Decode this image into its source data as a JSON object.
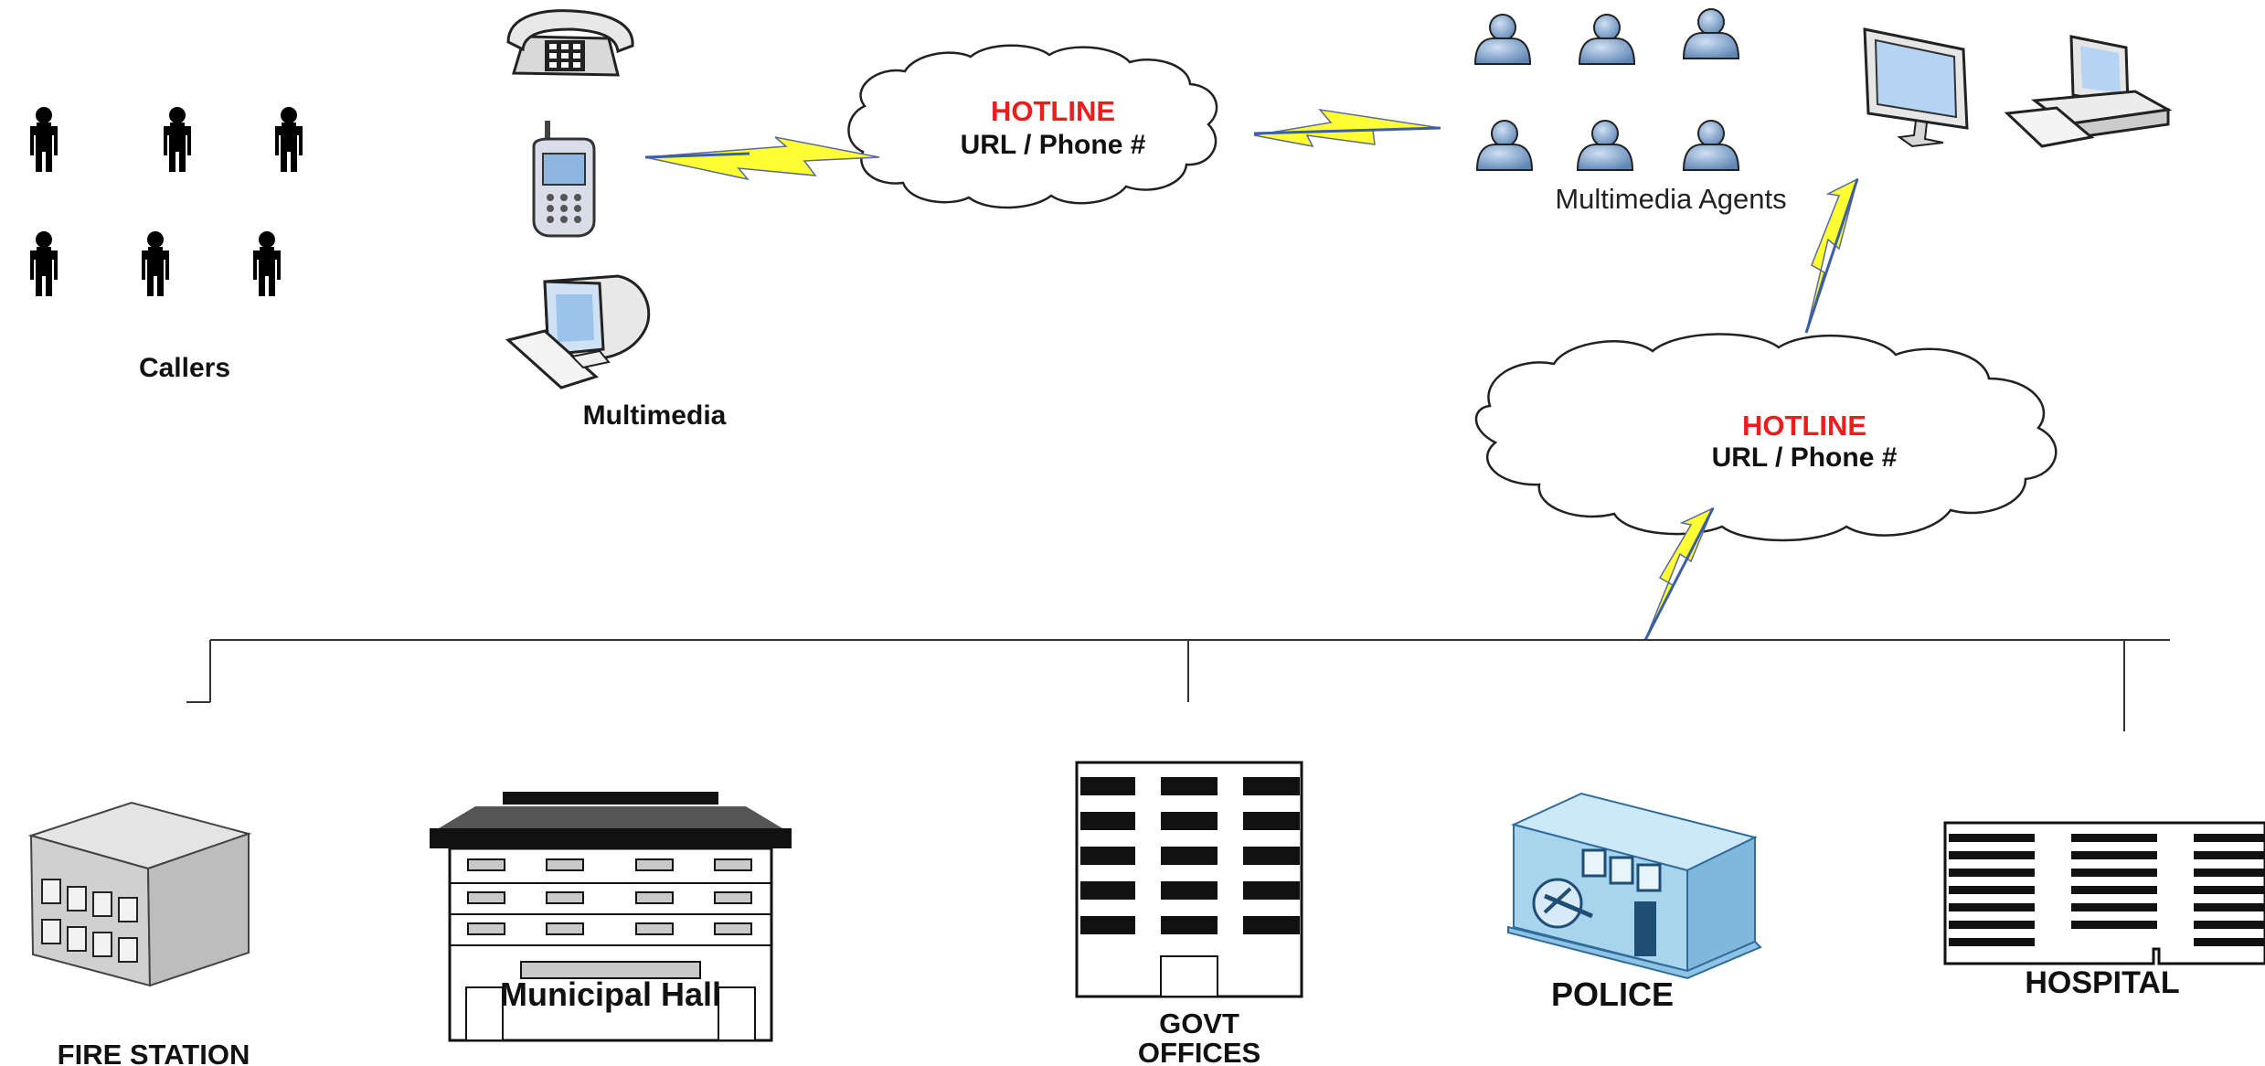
{
  "labels": {
    "callers": "Callers",
    "multimedia": "Multimedia",
    "multimedia_agents": "Multimedia Agents",
    "fire_station": "FIRE STATION",
    "municipal_hall": "Municipal Hall",
    "govt_offices_line1": "GOVT",
    "govt_offices_line2": "OFFICES",
    "police": "POLICE",
    "hospital": "HOSPITAL"
  },
  "clouds": [
    {
      "title": "HOTLINE",
      "subtitle": "URL / Phone #"
    },
    {
      "title": "HOTLINE",
      "subtitle": "URL / Phone #"
    }
  ],
  "colors": {
    "hotline_text": "#ee1c1c",
    "lightning_fill": "#ffff33",
    "agent_icon": "#7a9fc8",
    "police_building": "#a8d4ee"
  },
  "icons": [
    "person-icon",
    "desk-phone-icon",
    "mobile-phone-icon",
    "computer-icon",
    "agent-icon",
    "monitor-icon",
    "desktop-computer-icon",
    "lightning-icon",
    "fire-station-icon",
    "municipal-hall-icon",
    "office-building-icon",
    "police-building-icon",
    "hospital-icon"
  ]
}
